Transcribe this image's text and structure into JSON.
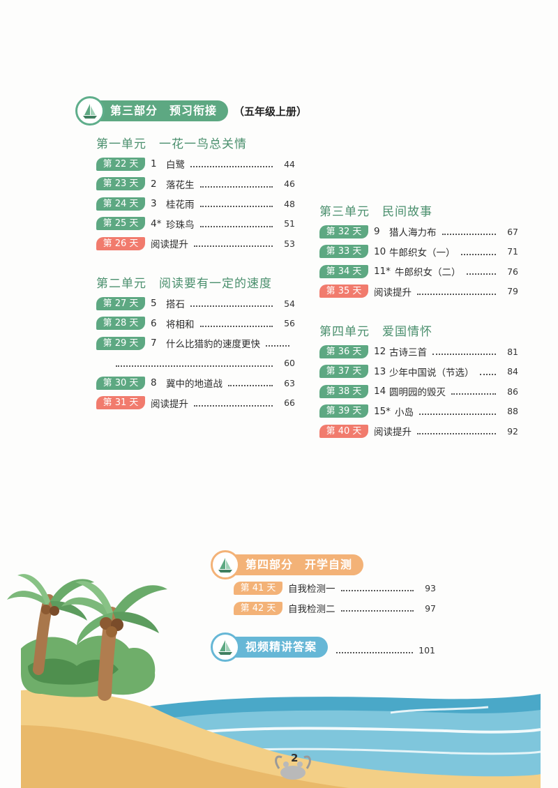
{
  "part3": {
    "title": "第三部分　预习衔接",
    "subtitle": "（五年级上册）",
    "units": [
      {
        "title": "第一单元　一花一鸟总关情",
        "rows": [
          {
            "day": "第 22 天",
            "no": "1",
            "title": "白鹭",
            "page": "44",
            "type": "lesson"
          },
          {
            "day": "第 23 天",
            "no": "2",
            "title": "落花生",
            "page": "46",
            "type": "lesson"
          },
          {
            "day": "第 24 天",
            "no": "3",
            "title": "桂花雨",
            "page": "48",
            "type": "lesson"
          },
          {
            "day": "第 25 天",
            "no": "4*",
            "title": "珍珠鸟",
            "page": "51",
            "type": "lesson"
          },
          {
            "day": "第 26 天",
            "no": "",
            "title": "阅读提升",
            "page": "53",
            "type": "reading"
          }
        ]
      },
      {
        "title": "第二单元　阅读要有一定的速度",
        "rows": [
          {
            "day": "第 27 天",
            "no": "5",
            "title": "搭石",
            "page": "54",
            "type": "lesson"
          },
          {
            "day": "第 28 天",
            "no": "6",
            "title": "将相和",
            "page": "56",
            "type": "lesson"
          },
          {
            "day": "第 29 天",
            "no": "7",
            "title": "什么比猎豹的速度更快",
            "page": "60",
            "type": "lesson"
          },
          {
            "day": "第 30 天",
            "no": "8",
            "title": "冀中的地道战",
            "page": "63",
            "type": "lesson"
          },
          {
            "day": "第 31 天",
            "no": "",
            "title": "阅读提升",
            "page": "66",
            "type": "reading"
          }
        ]
      },
      {
        "title": "第三单元　民间故事",
        "rows": [
          {
            "day": "第 32 天",
            "no": "9",
            "title": "猎人海力布",
            "page": "67",
            "type": "lesson"
          },
          {
            "day": "第 33 天",
            "no": "10",
            "title": "牛郎织女（一）",
            "page": "71",
            "type": "lesson"
          },
          {
            "day": "第 34 天",
            "no": "11*",
            "title": "牛郎织女（二）",
            "page": "76",
            "type": "lesson"
          },
          {
            "day": "第 35 天",
            "no": "",
            "title": "阅读提升",
            "page": "79",
            "type": "reading"
          }
        ]
      },
      {
        "title": "第四单元　爱国情怀",
        "rows": [
          {
            "day": "第 36 天",
            "no": "12",
            "title": "古诗三首",
            "page": "81",
            "type": "lesson"
          },
          {
            "day": "第 37 天",
            "no": "13",
            "title": "少年中国说（节选）",
            "page": "84",
            "type": "lesson"
          },
          {
            "day": "第 38 天",
            "no": "14",
            "title": "圆明园的毁灭",
            "page": "86",
            "type": "lesson"
          },
          {
            "day": "第 39 天",
            "no": "15*",
            "title": "小岛",
            "page": "88",
            "type": "lesson"
          },
          {
            "day": "第 40 天",
            "no": "",
            "title": "阅读提升",
            "page": "92",
            "type": "reading"
          }
        ]
      }
    ]
  },
  "part4": {
    "title": "第四部分　开学自测",
    "rows": [
      {
        "day": "第 41 天",
        "title": "自我检测一",
        "page": "93"
      },
      {
        "day": "第 42 天",
        "title": "自我检测二",
        "page": "97"
      }
    ]
  },
  "answers": {
    "title": "视频精讲答案",
    "page": "101"
  },
  "page_number": "2",
  "colors": {
    "green": "#5da882",
    "pink": "#f17b6d",
    "orange": "#f3b277",
    "blue": "#66b7d6",
    "unit_title": "#4a8f6d"
  },
  "icons": [
    "sailboat-icon",
    "palm-tree-illustration",
    "beach-illustration",
    "crab-illustration"
  ]
}
